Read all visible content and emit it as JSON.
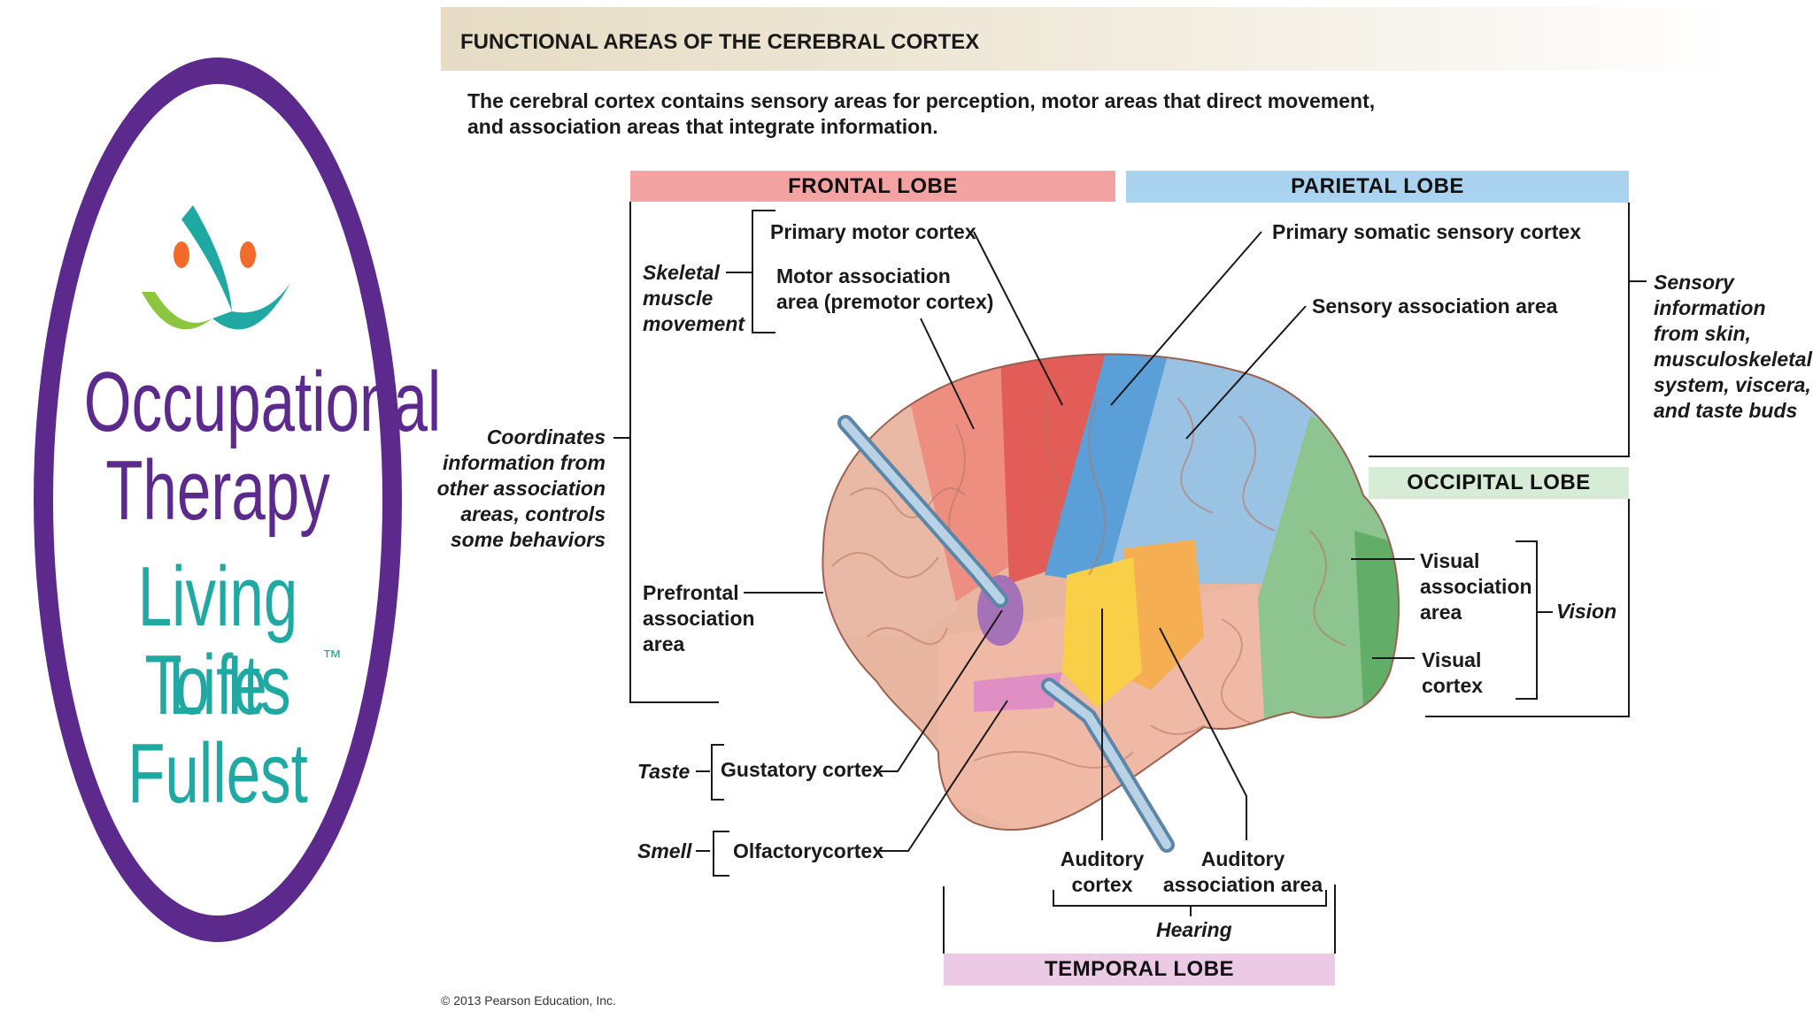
{
  "logo": {
    "line1": "Occupational",
    "line2": "Therapy",
    "line3": "Living Life",
    "line4": "To Its Fullest",
    "trademark": "™",
    "colors": {
      "ring": "#5b2a8c",
      "purple_text": "#5b2a8c",
      "teal_text": "#1fa9a2",
      "green": "#8cc63f",
      "orange": "#f26b2b",
      "teal": "#1fa9a2"
    }
  },
  "header": {
    "title": "FUNCTIONAL AREAS OF THE CEREBRAL CORTEX",
    "description": "The cerebral cortex contains sensory areas for perception, motor areas that direct movement,\nand association areas that integrate information."
  },
  "lobes": {
    "frontal": "FRONTAL LOBE",
    "parietal": "PARIETAL LOBE",
    "occipital": "OCCIPITAL LOBE",
    "temporal": "TEMPORAL LOBE",
    "colors": {
      "frontal": "#f4a3a3",
      "parietal": "#a9d3ee",
      "occipital": "#d6ecd6",
      "temporal": "#ecc9e4"
    }
  },
  "areas": {
    "primary_motor": "Primary motor cortex",
    "motor_association": "Motor association\narea (premotor cortex)",
    "primary_somatic": "Primary somatic sensory cortex",
    "sensory_association": "Sensory association area",
    "prefrontal": "Prefrontal\nassociation\narea",
    "gustatory": "Gustatory cortex",
    "olfactory": "Olfactorycortex",
    "visual_association": "Visual\nassociation\narea",
    "visual_cortex": "Visual\ncortex",
    "auditory_cortex": "Auditory\ncortex",
    "auditory_association": "Auditory\nassociation area"
  },
  "functions": {
    "skeletal": "Skeletal\nmuscle\nmovement",
    "coordinates": "Coordinates\ninformation from\nother association\nareas, controls\nsome behaviors",
    "sensory_info": "Sensory\ninformation\nfrom skin,\nmusculoskeletal\nsystem, viscera,\nand taste buds",
    "vision": "Vision",
    "taste": "Taste",
    "smell": "Smell",
    "hearing": "Hearing"
  },
  "copyright": "© 2013 Pearson Education, Inc."
}
